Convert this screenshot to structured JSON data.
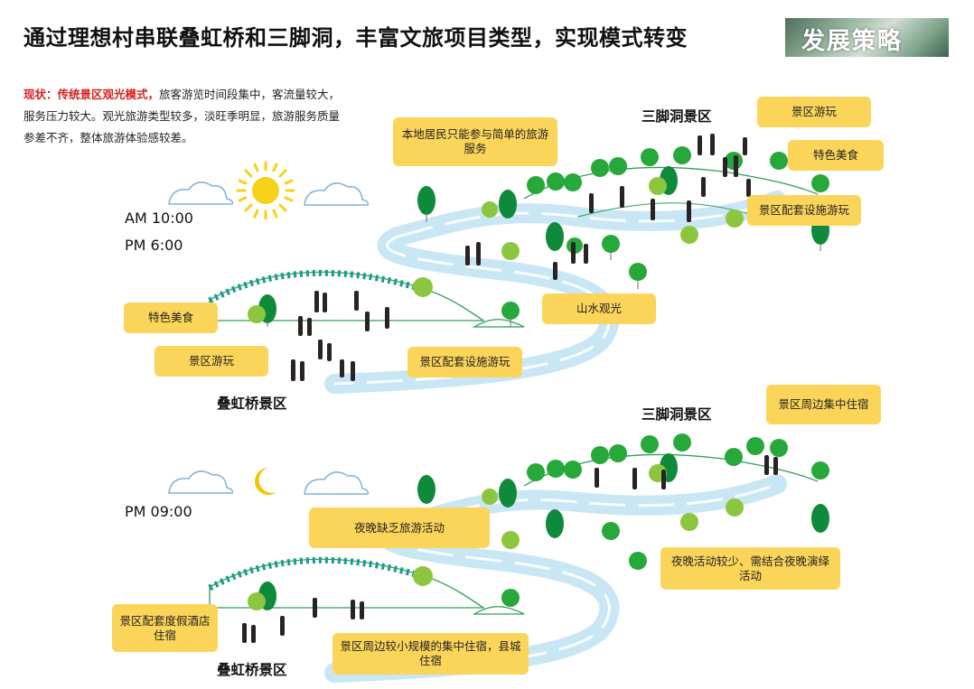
{
  "header": {
    "title": "通过理想村串联叠虹桥和三脚洞，丰富文旅项目类型，实现模式转变",
    "brand_label": "发展策略"
  },
  "intro": {
    "highlight": "现状：传统景区观光模式，",
    "body": "旅客游览时间段集中，客流量较大，服务压力较大。观光旅游类型较多，淡旺季明显，旅游服务质量参差不齐，整体旅游体验感较差。"
  },
  "day": {
    "times": [
      "AM 10:00",
      "PM 6:00"
    ],
    "zone_left": "叠虹桥景区",
    "zone_right": "三脚洞景区",
    "labels": {
      "local_service": "本地居民只能参与简单的旅游服务",
      "scenic_tour_right": "景区游玩",
      "food_right": "特色美食",
      "facility_right": "景区配套设施游玩",
      "landscape": "山水观光",
      "food_left": "特色美食",
      "scenic_tour_left": "景区游玩",
      "facility_left": "景区配套设施游玩"
    }
  },
  "night": {
    "time": "PM 09:00",
    "zone_left": "叠虹桥景区",
    "zone_right": "三脚洞景区",
    "labels": {
      "stay_nearby": "景区周边集中住宿",
      "no_activity": "夜晚缺乏旅游活动",
      "few_activity": "夜晚活动较少、需结合夜晚演绎活动",
      "resort_hotel": "景区配套度假酒店住宿",
      "small_stay": "景区周边较小规模的集中住宿，县城住宿"
    }
  },
  "colors": {
    "box": "#fbd55a",
    "tree_dark": "#0f8a3a",
    "tree_light": "#8cc63f",
    "river": "#bfe2f3",
    "sun": "#f7d21a",
    "moon": "#f3c400",
    "highlight": "#d6201b"
  }
}
